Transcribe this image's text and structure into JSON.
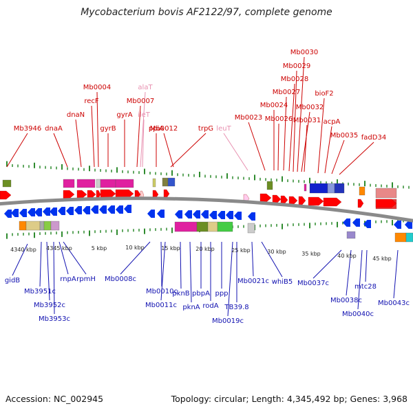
{
  "title": "Mycobacterium bovis AF2122/97, complete genome",
  "footer": {
    "accession": "Accession: NC_002945",
    "stats": "Topology: circular; Length: 4,345,492 bp; Genes: 3,968"
  },
  "colors": {
    "forward_label": "#cc0000",
    "forward_rna_label": "#e890b0",
    "reverse_label": "#1010b0",
    "forward_gene": "#ff0000",
    "reverse_gene": "#0033ee",
    "backbone": "#888888",
    "ticks": "#2e8b2e"
  },
  "scale_labels": [
    "4340 kbp",
    "4345 kbp",
    "5 kbp",
    "10 kbp",
    "15 kbp",
    "20 kbp",
    "25 kbp",
    "30 kbp",
    "35 kbp",
    "40 kbp",
    "45 kbp"
  ],
  "forward_labels": [
    "Mb3946",
    "dnaA",
    "dnaN",
    "recF",
    "gyrB",
    "Mb0004",
    "gyrA",
    "Mb0007",
    "alaT",
    "ileT",
    "ppiA",
    "Mb0012",
    "trpG",
    "leuT",
    "Mb0023",
    "Mb0024",
    "Mb0026",
    "Mb0027",
    "Mb0028",
    "Mb0029",
    "Mb0030",
    "Mb0031",
    "Mb0032",
    "bioF2",
    "acpA",
    "Mb0035",
    "fadD34"
  ],
  "reverse_labels": [
    "gidB",
    "Mb3951c",
    "Mb3952c",
    "Mb3953c",
    "rnpA",
    "rpmH",
    "Mb0008c",
    "Mb0010c",
    "Mb0011c",
    "pknB",
    "pknA",
    "pbpA",
    "rodA",
    "ppp",
    "TB39.8",
    "Mb0019c",
    "Mb0021c",
    "whiB5",
    "Mb0037c",
    "Mb0038c",
    "Mb0040c",
    "mtc28",
    "Mb0043c"
  ]
}
